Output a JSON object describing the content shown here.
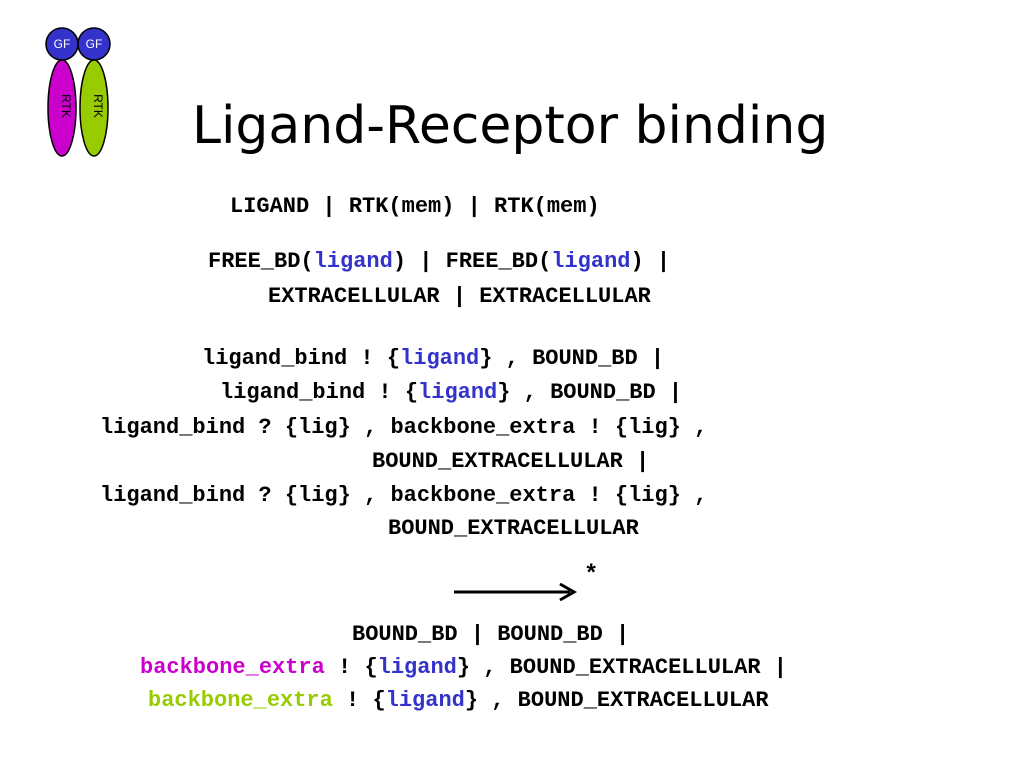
{
  "logo": {
    "left_top_label": "GF",
    "right_top_label": "GF",
    "left_body_label": "RTK",
    "right_body_label": "RTK",
    "colors": {
      "gf": "#3333cc",
      "left_body": "#cc00cc",
      "right_body": "#99cc00",
      "outline": "#000000"
    }
  },
  "slide": {
    "title": "Ligand-Receptor binding"
  },
  "code": {
    "line1": "LIGAND | RTK(mem) | RTK(mem)",
    "line2": {
      "part1": "FREE_BD(",
      "ligand1": "ligand",
      "part2": ") | FREE_BD(",
      "ligand2": "ligand",
      "part3": ") |"
    },
    "line3": "EXTRACELLULAR | EXTRACELLULAR",
    "line4": {
      "prefix": "ligand_bind ! {",
      "ligand": "ligand",
      "suffix": "} , BOUND_BD |"
    },
    "line5": {
      "prefix": "ligand_bind ! {",
      "ligand": "ligand",
      "suffix": "} , BOUND_BD |"
    },
    "line6": "ligand_bind ? {lig} , backbone_extra ! {lig} ,",
    "line7": "BOUND_EXTRACELLULAR |",
    "line8": "ligand_bind ? {lig} , backbone_extra ! {lig} ,",
    "line9": "BOUND_EXTRACELLULAR",
    "arrow_star": "*",
    "line10": "BOUND_BD | BOUND_BD |",
    "line11": {
      "backbone": "backbone_extra",
      "middle": " ! {",
      "ligand": "ligand",
      "suffix": "} , BOUND_EXTRACELLULAR |"
    },
    "line12": {
      "backbone": "backbone_extra",
      "middle": " ! {",
      "ligand": "ligand",
      "suffix": "} , BOUND_EXTRACELLULAR"
    }
  }
}
